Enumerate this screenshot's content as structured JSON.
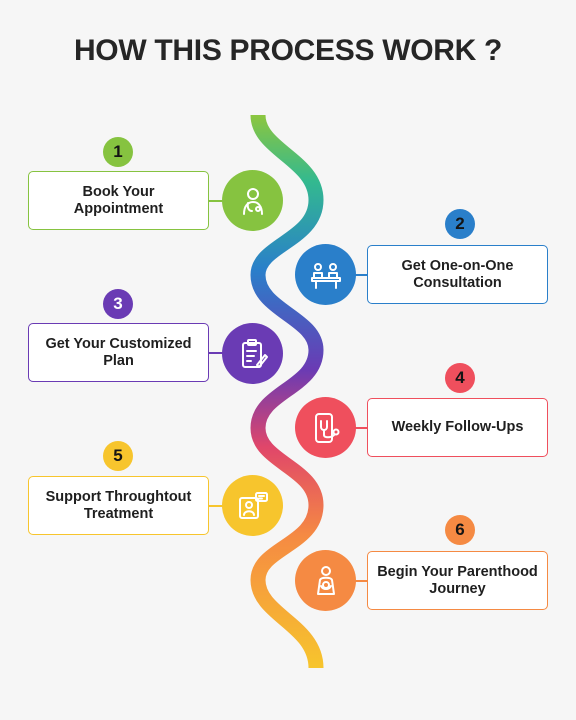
{
  "title": "HOW THIS PROCESS WORK ?",
  "steps": [
    {
      "number": "1",
      "label": "Book Your Appointment",
      "color": "#86c340",
      "icon": "doctor-icon"
    },
    {
      "number": "2",
      "label": "Get One-on-One Consultation",
      "color": "#2a7fca",
      "icon": "consultation-icon"
    },
    {
      "number": "3",
      "label": "Get Your Customized Plan",
      "color": "#6a3bb4",
      "icon": "clipboard-plan-icon"
    },
    {
      "number": "4",
      "label": "Weekly Follow-Ups",
      "color": "#ef4f5d",
      "icon": "phone-stethoscope-icon"
    },
    {
      "number": "5",
      "label": "Support Throughtout Treatment",
      "color": "#f7c52d",
      "icon": "video-support-icon"
    },
    {
      "number": "6",
      "label": "Begin Your Parenthood Journey",
      "color": "#f58a43",
      "icon": "mother-baby-icon"
    }
  ]
}
